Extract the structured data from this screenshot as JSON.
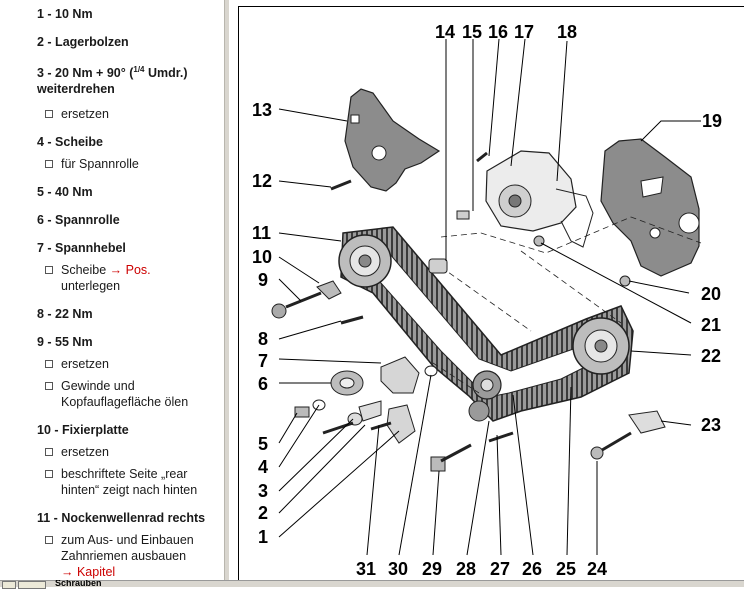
{
  "legend": {
    "i1": {
      "text": "1 - 10 Nm"
    },
    "i2": {
      "text": "2 - Lagerbolzen"
    },
    "i3": {
      "line1": "3 - 20 Nm + 90° (",
      "frac": "1/4",
      "line1b": " Umdr.)",
      "line2": "weiterdrehen",
      "sub1": "ersetzen"
    },
    "i4": {
      "text": "4 - Scheibe",
      "sub1": "für Spannrolle"
    },
    "i5": {
      "text": "5 - 40 Nm"
    },
    "i6": {
      "text": "6 - Spannrolle"
    },
    "i7": {
      "text": "7 - Spannhebel",
      "sub1a": "Scheibe ",
      "sub1link": "→ Pos.",
      "sub1b": "unterlegen"
    },
    "i8": {
      "text": "8 - 22 Nm"
    },
    "i9": {
      "text": "9 - 55 Nm",
      "sub1": "ersetzen",
      "sub2a": "Gewinde und",
      "sub2b": "Kopfauflagefläche ölen"
    },
    "i10": {
      "text": "10 - Fixierplatte",
      "sub1": "ersetzen",
      "sub2a": "beschriftete Seite „rear",
      "sub2b": "hinten“ zeigt nach hinten"
    },
    "i11": {
      "text": "11 - Nockenwellenrad rechts",
      "sub1a": "zum Aus- und Einbauen",
      "sub1b": "Zahnriemen ausbauen",
      "sub1link": "→ Kapitel"
    }
  },
  "bottom_label": "Schrauben",
  "diagram": {
    "callouts_top": [
      "14",
      "15",
      "16",
      "17",
      "18"
    ],
    "callouts_left": [
      "13",
      "12",
      "11",
      "10",
      "9",
      "8",
      "7",
      "6",
      "5",
      "4",
      "3",
      "2",
      "1"
    ],
    "callouts_right": [
      "19",
      "20",
      "21",
      "22",
      "23"
    ],
    "callouts_bottom": [
      "31",
      "30",
      "29",
      "28",
      "27",
      "26",
      "25",
      "24"
    ]
  },
  "colors": {
    "link": "#cc0000",
    "part_fill": "#8c8c8c",
    "belt": "#666666"
  }
}
